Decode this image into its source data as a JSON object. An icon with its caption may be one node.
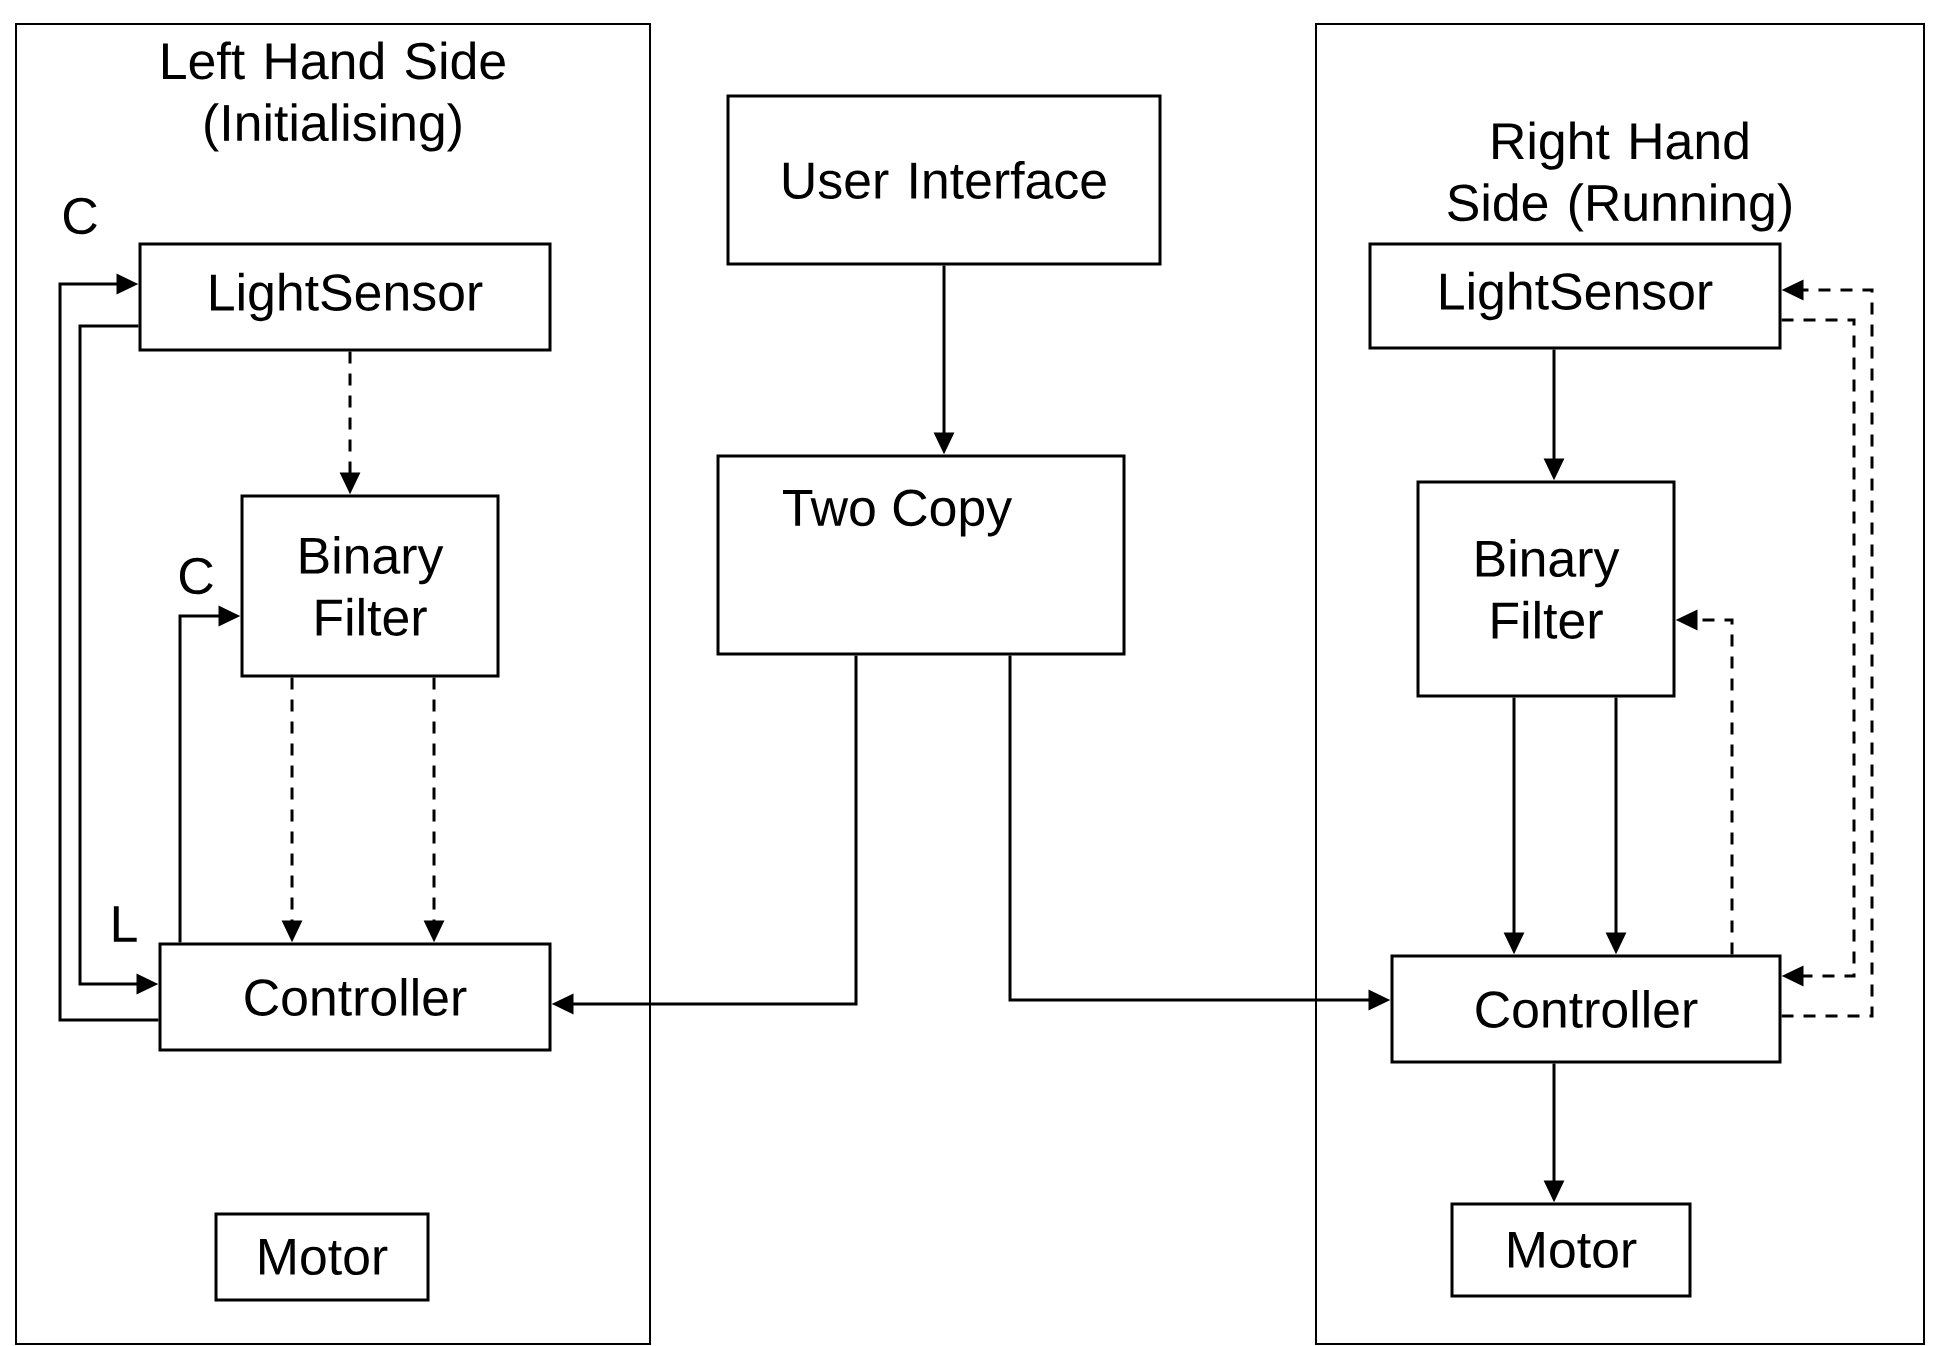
{
  "diagram": {
    "nodes": [
      {
        "text": [
          "Left Hand Side (Initialising)"
        ]
      },
      {
        "text": [
          "LightSensor"
        ],
        "in": 0
      },
      {
        "text": [
          "Binary Filter"
        ],
        "in": 0
      },
      {
        "text": [
          "Controller"
        ],
        "in": 0
      },
      {
        "text": [
          "Motor"
        ],
        "in": 0
      },
      {
        "text": [
          "User Interface"
        ]
      },
      {
        "text": [
          "Two Copy"
        ]
      },
      {
        "text": [
          "Right Hand Side (Running)"
        ]
      },
      {
        "text": [
          "LightSensor"
        ],
        "in": 7
      },
      {
        "text": [
          "Binary Filter"
        ],
        "in": 7
      },
      {
        "text": [
          "Controller"
        ],
        "in": 7
      },
      {
        "text": [
          "Motor"
        ],
        "in": 7
      }
    ],
    "edges": [
      {
        "from": 1,
        "to": 2,
        "arrow": "to",
        "style": "dashed"
      },
      {
        "from": 2,
        "to": 3,
        "arrow": "to",
        "style": "dashed"
      },
      {
        "from": 2,
        "to": 3,
        "arrow": "to",
        "style": "dashed"
      },
      {
        "from": 3,
        "to": 1,
        "arrow": "to",
        "label": "C"
      },
      {
        "from": 1,
        "to": 3,
        "arrow": "to",
        "label": "L"
      },
      {
        "from": 3,
        "to": 2,
        "arrow": "to",
        "label": "C"
      },
      {
        "from": 6,
        "to": 3,
        "arrow": "to"
      },
      {
        "from": 6,
        "to": 10,
        "arrow": "to"
      },
      {
        "from": 5,
        "to": 6,
        "arrow": "to"
      },
      {
        "from": 8,
        "to": 9,
        "arrow": "to"
      },
      {
        "from": 9,
        "to": 10,
        "arrow": "to"
      },
      {
        "from": 9,
        "to": 10,
        "arrow": "to"
      },
      {
        "from": 10,
        "to": 9,
        "arrow": "to",
        "style": "dashed"
      },
      {
        "from": 8,
        "to": 10,
        "arrow": "to",
        "style": "dashed"
      },
      {
        "from": 10,
        "to": 8,
        "arrow": "to",
        "style": "dashed"
      },
      {
        "from": 10,
        "to": 11,
        "arrow": "to"
      }
    ]
  }
}
